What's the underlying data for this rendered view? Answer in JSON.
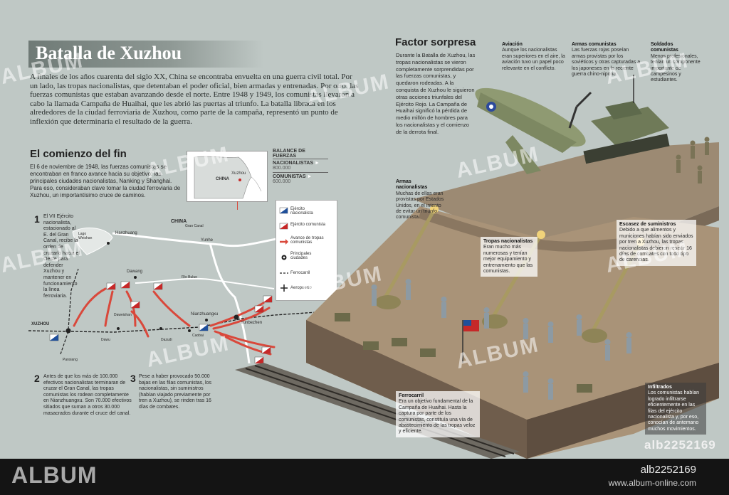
{
  "title": "Batalla de Xuzhou",
  "intro": "A finales de los años cuarenta del siglo XX, China se encontraba envuelta en una guerra civil total. Por un lado, las tropas nacionalistas, que detentaban el poder oficial, bien armadas y entrenadas. Por otro, las fuerzas comunistas que estaban avanzando desde el norte. Entre 1948 y 1949, los comunistas llevaron a cabo la llamada Campaña de Huaihai, que les abrió las puertas al triunfo. La batalla librada en los alrededores de la ciudad ferroviaria de Xuzhou, como parte de la campaña, representó un punto de inflexión que determinaría el resultado de la guerra.",
  "section_left": {
    "heading": "El comienzo del fin",
    "text": "El 6 de noviembre de 1948, las fuerzas comunistas se encontraban en franco avance hacia su objetivo: las principales ciudades nacionalistas, Nanking y Shanghai. Para eso, consideraban clave tomar la ciudad ferroviaria de Xuzhou, un importantísimo cruce de caminos."
  },
  "inset_map": {
    "country": "CHINA",
    "city": "Xuzhou"
  },
  "balance": {
    "title": "BALANCE DE FUERZAS",
    "nationalists_label": "NACIONALISTAS",
    "nationalists_value": "800.000",
    "communists_label": "COMUNISTAS",
    "communists_value": "600.000"
  },
  "map": {
    "labels": {
      "china": "CHINA",
      "lake": "Lago Weishan",
      "hanzhuang": "Hanzhuang",
      "grand_canal": "Gran Canal",
      "yunhe": "Yunhe",
      "dawang": "Dawang",
      "rio_buluo": "Río Buluo",
      "daweishan": "Daweishan",
      "nianzhuangxu": "Nianzhuangxu",
      "yunbezhen": "Yunbezhen",
      "xuzhou": "XUZHOU",
      "dawu": "Dawu",
      "dazudi": "Dazudi",
      "caobai": "Caobai",
      "pansiang": "Pansiang"
    }
  },
  "legend": {
    "items": [
      "Ejército nacionalista",
      "Ejército comunista",
      "Avance de tropas comunistas",
      "Principales ciudades",
      "Ferrocarril",
      "Aeropuerto"
    ]
  },
  "steps": [
    {
      "num": "1",
      "text": "El VII Ejército nacionalista, estacionado al E. del Gran Canal, recibe la orden de cruzarlo hacia el Oeste para defender Xuzhou y mantener en funcionamiento la línea ferroviaria."
    },
    {
      "num": "2",
      "text": "Antes de que los más de 100.000 efectivos nacionalistas terminaran de cruzar el Gran Canal, las tropas comunistas los rodean completamente en Nianzhuangxu. Son 70.000 efectivos sitiados que suman a otros 30.000 masacrados durante el cruce del canal."
    },
    {
      "num": "3",
      "text": "Pese a haber provocado 50.000 bajas en las filas comunistas, los nacionalistas, sin suministros (habían viajado previamente por tren a Xuzhou), se rinden tras 16 días de combates."
    }
  ],
  "factor": {
    "heading": "Factor sorpresa",
    "text": "Durante la Batalla de Xuzhou, las tropas nacionalistas se vieron completamente sorprendidas por las fuerzas comunistas, y quedaron rodeadas. A la conquista de Xuzhou le siguieron otras acciones triunfales del Ejército Rojo. La Campaña de Huaihai significó la pérdida de medio millón de hombres para los nacionalistas y el comienzo de la derrota final."
  },
  "callouts": {
    "aviacion": {
      "title": "Aviación",
      "text": "Aunque los nacionalistas eran superiores en el aire, la aviación tuvo un papel poco relevante en el conflicto."
    },
    "armas_comunistas": {
      "title": "Armas comunistas",
      "text": "Las fuerzas rojas poseían armas provistas por los soviéticos y otras capturadas a los japoneses en la reciente guerra chino-nipona."
    },
    "soldados_comunistas": {
      "title": "Soldados comunistas",
      "text": "Menos profesionales, tenían un componente importante de campesinos y estudiantes."
    },
    "armas_nacionalistas": {
      "title": "Armas nacionalistas",
      "text": "Muchas de ellas eran provistas por Estados Unidos, en el intento de evitar un triunfo comunista."
    },
    "tropas_nacionalistas": {
      "title": "Tropas nacionalistas",
      "text": "Eran mucho más numerosas y tenían mejor equipamiento y entrenamiento que las comunistas."
    },
    "escasez": {
      "title": "Escasez de suministros",
      "text": "Debido a que alimentos y municiones habían sido enviados por tren a Xuzhou, las tropas nacionalistas debieron resistir 16 días de combates con todo tipo de carencias."
    },
    "ferrocarril": {
      "title": "Ferrocarril",
      "text": "Era un objetivo fundamental de la Campaña de Huaihai. Hasta la captura por parte de los comunistas, constituía una vía de abastecimiento de las tropas veloz y eficiente."
    },
    "infiltrados": {
      "title": "Infiltrados",
      "text": "Los comunistas habían logrado infiltrarse eficientemente en las filas del ejército nacionalista y, por eso, conocían de antemano muchos movimientos."
    }
  },
  "watermark": "ALBUM",
  "image_id": "alb2252169",
  "footer": {
    "logo": "ALBUM",
    "id": "alb2252169",
    "url": "www.album-online.com"
  },
  "colors": {
    "nationalist": "#1f4f9a",
    "communist": "#c62828",
    "arrow": "#d9483b",
    "river": "#ffffff"
  }
}
